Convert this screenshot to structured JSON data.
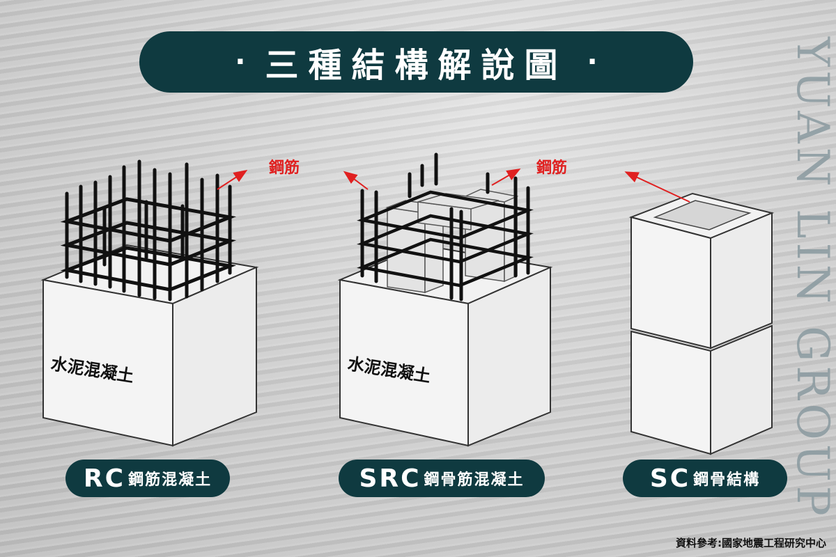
{
  "title": "三種結構解說圖",
  "title_dot": "·",
  "brand_vertical": "YUAN LIN GROUP",
  "annotations": {
    "rebar_left": "鋼筋",
    "rebar_right": "鋼筋"
  },
  "cubes": {
    "rc_text": "水泥混凝土",
    "src_text": "水泥混凝土"
  },
  "labels": [
    {
      "code": "RC",
      "zh": "鋼筋混凝土"
    },
    {
      "code": "SRC",
      "zh": "鋼骨筋混凝土"
    },
    {
      "code": "SC",
      "zh": "鋼骨結構"
    }
  ],
  "source": "資料參考:國家地震工程研究中心",
  "colors": {
    "pill": "#0f3a40",
    "annotation": "#e02020"
  }
}
